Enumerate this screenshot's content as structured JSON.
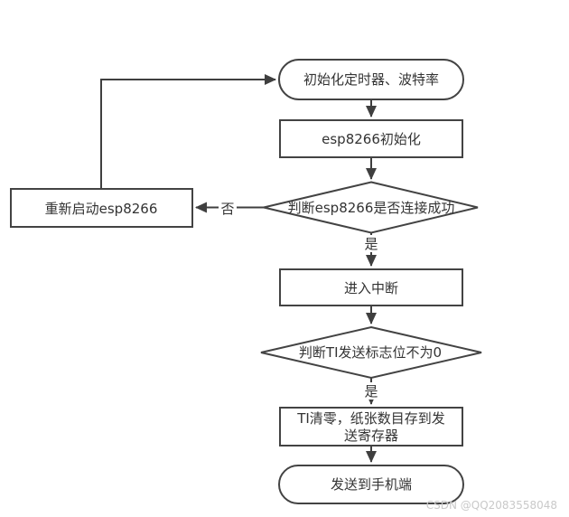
{
  "colors": {
    "background": "#ffffff",
    "node_border": "#434343",
    "edge_line": "#3f3f3f",
    "text": "#333333",
    "watermark": "#c9c9c9"
  },
  "watermark": {
    "text": "CSDN @QQ2083558048"
  },
  "flowchart": {
    "nodes": {
      "start": {
        "type": "terminator",
        "label": "初始化定时器、波特率"
      },
      "esp_init": {
        "type": "process",
        "label": "esp8266初始化"
      },
      "check_connect": {
        "type": "decision",
        "label": "判断esp8266是否连接成功"
      },
      "restart": {
        "type": "process",
        "label": "重新启动esp8266"
      },
      "enter_interrupt": {
        "type": "process",
        "label": "进入中断"
      },
      "check_ti_flag": {
        "type": "decision",
        "label": "判断TI发送标志位不为0"
      },
      "ti_clear": {
        "type": "process",
        "label_line1": "TI清零，纸张数目存到发",
        "label_line2": "送寄存器"
      },
      "send_to_phone": {
        "type": "terminator",
        "label": "发送到手机端"
      }
    },
    "edge_labels": {
      "connect_yes": "是",
      "connect_no": "否",
      "ti_yes": "是"
    }
  }
}
